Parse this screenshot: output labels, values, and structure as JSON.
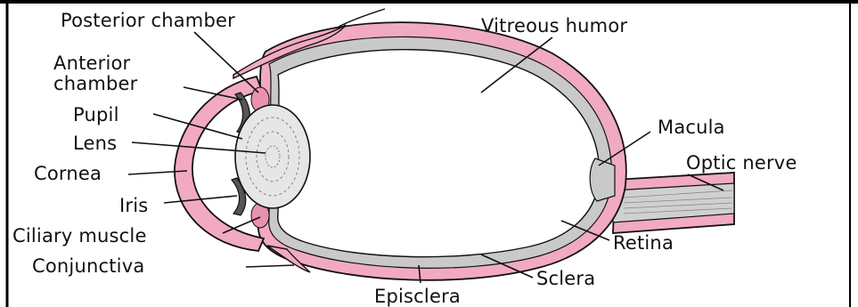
{
  "figure": {
    "labels": {
      "posterior_chamber": "Posterior chamber",
      "anterior_chamber_line1": "Anterior",
      "anterior_chamber_line2": "chamber",
      "pupil": "Pupil",
      "lens": "Lens",
      "cornea": "Cornea",
      "iris": "Iris",
      "ciliary_muscle": "Ciliary muscle",
      "conjunctiva": "Conjunctiva",
      "vitreous_humor": "Vitreous humor",
      "macula": "Macula",
      "optic_nerve": "Optic nerve",
      "retina": "Retina",
      "sclera": "Sclera",
      "episclera": "Episclera"
    },
    "colors": {
      "tissue_pink": "#f1aac2",
      "tissue_pink_dark": "#e892b0",
      "retina_gray": "#c9c9c9",
      "outline": "#111111",
      "frame": "#000000",
      "background": "#ffffff"
    }
  }
}
